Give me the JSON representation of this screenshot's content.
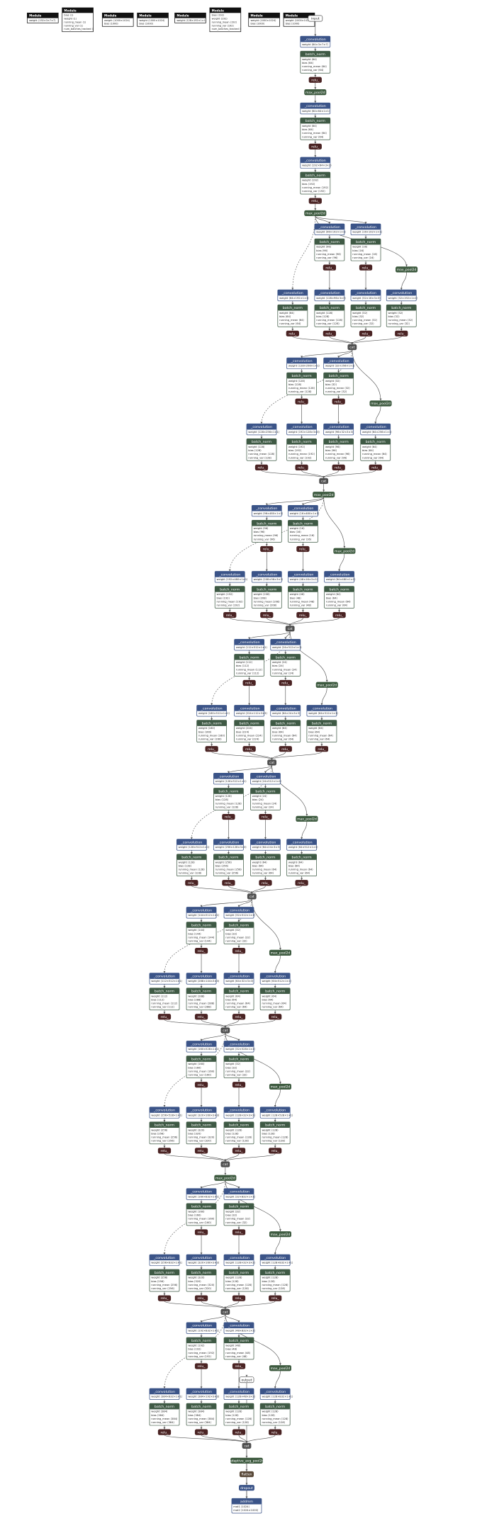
{
  "legend": [
    {
      "header": "Module",
      "lines": [
        "weight ⟨192×3×7×7⟩"
      ]
    },
    {
      "header": "Module",
      "lines": [
        "bias ⟨1⟩",
        "weight ⟨1⟩",
        "running_mean ⟨1⟩",
        "running_var ⟨1⟩",
        "num_batches_tracked ⟨⟩"
      ]
    },
    {
      "header": "Module",
      "lines": [
        "weight ⟨1000×1024⟩",
        "bias ⟨1000⟩"
      ]
    },
    {
      "header": "Module",
      "lines": [
        "weight ⟨1000×1024⟩",
        "bias ⟨1000⟩"
      ]
    },
    {
      "header": "Module",
      "lines": [
        "weight ⟨128×192×1×1⟩"
      ]
    },
    {
      "header": "Module",
      "lines": [
        "bias ⟨192⟩",
        "weight ⟨192⟩",
        "running_mean ⟨192⟩",
        "running_var ⟨192⟩",
        "num_batches_tracked ⟨⟩"
      ]
    },
    {
      "header": "Module",
      "lines": [
        "weight ⟨1000×1024⟩",
        "bias ⟨1000⟩"
      ]
    },
    {
      "header": "Module",
      "lines": [
        "weight ⟨1000×1024⟩",
        "bias ⟨1000⟩"
      ]
    }
  ],
  "labels": {
    "input": "input",
    "output": "output",
    "conv": "_convolution",
    "bn": "batch_norm",
    "relu": "relu_",
    "pool": "max_pool2d",
    "cat": "cat",
    "avgpool": "adaptive_avg_pool2d",
    "flatten": "flatten",
    "dropout": "dropout",
    "linear": "addmm"
  },
  "stem": [
    {
      "conv": "weight ⟨64×3×7×7⟩",
      "bn": 64
    },
    {
      "conv": "weight ⟨64×64×1×1⟩",
      "bn": 64
    },
    {
      "conv": "weight ⟨192×64×3×3⟩",
      "bn": 192
    }
  ],
  "inception": [
    {
      "b1": "weight ⟨64×192×1×1⟩",
      "b2r": "weight ⟨96×192×1×1⟩",
      "b2": "weight ⟨128×96×3×3⟩",
      "b3r": "weight ⟨16×192×1×1⟩",
      "b3": "weight ⟨32×16×3×3⟩",
      "b4": "weight ⟨32×192×1×1⟩",
      "c": [
        64,
        96,
        128,
        16,
        32,
        32
      ],
      "pool_before": false
    },
    {
      "b1": "weight ⟨128×256×1×1⟩",
      "b2r": "weight ⟨128×256×1×1⟩",
      "b2": "weight ⟨192×128×3×3⟩",
      "b3r": "weight ⟨32×256×1×1⟩",
      "b3": "weight ⟨96×32×3×3⟩",
      "b4": "weight ⟨64×256×1×1⟩",
      "c": [
        128,
        128,
        192,
        32,
        96,
        64
      ],
      "pool_before": false
    },
    {
      "b1": "weight ⟨192×480×1×1⟩",
      "b2r": "weight ⟨96×480×1×1⟩",
      "b2": "weight ⟨208×96×3×3⟩",
      "b3r": "weight ⟨16×480×1×1⟩",
      "b3": "weight ⟨48×16×3×3⟩",
      "b4": "weight ⟨64×480×1×1⟩",
      "c": [
        192,
        96,
        208,
        16,
        48,
        64
      ],
      "pool_before": true
    },
    {
      "b1": "weight ⟨160×512×1×1⟩",
      "b2r": "weight ⟨112×512×1×1⟩",
      "b2": "weight ⟨224×112×3×3⟩",
      "b3r": "weight ⟨24×512×1×1⟩",
      "b3": "weight ⟨64×24×3×3⟩",
      "b4": "weight ⟨64×512×1×1⟩",
      "c": [
        160,
        112,
        224,
        24,
        64,
        64
      ],
      "pool_before": false
    },
    {
      "b1": "weight ⟨128×512×1×1⟩",
      "b2r": "weight ⟨128×512×1×1⟩",
      "b2": "weight ⟨256×128×3×3⟩",
      "b3r": "weight ⟨24×512×1×1⟩",
      "b3": "weight ⟨64×24×3×3⟩",
      "b4": "weight ⟨64×512×1×1⟩",
      "c": [
        128,
        128,
        256,
        24,
        64,
        64
      ],
      "pool_before": false
    },
    {
      "b1": "weight ⟨112×512×1×1⟩",
      "b2r": "weight ⟨144×512×1×1⟩",
      "b2": "weight ⟨288×144×3×3⟩",
      "b3r": "weight ⟨32×512×1×1⟩",
      "b3": "weight ⟨64×32×3×3⟩",
      "b4": "weight ⟨64×512×1×1⟩",
      "c": [
        112,
        144,
        288,
        32,
        64,
        64
      ],
      "pool_before": false
    },
    {
      "b1": "weight ⟨256×528×1×1⟩",
      "b2r": "weight ⟨160×528×1×1⟩",
      "b2": "weight ⟨320×160×3×3⟩",
      "b3r": "weight ⟨32×528×1×1⟩",
      "b3": "weight ⟨128×32×3×3⟩",
      "b4": "weight ⟨128×528×1×1⟩",
      "c": [
        256,
        160,
        320,
        32,
        128,
        128
      ],
      "pool_before": false
    },
    {
      "b1": "weight ⟨256×832×1×1⟩",
      "b2r": "weight ⟨160×832×1×1⟩",
      "b2": "weight ⟨320×160×3×3⟩",
      "b3r": "weight ⟨32×832×1×1⟩",
      "b3": "weight ⟨128×32×3×3⟩",
      "b4": "weight ⟨128×832×1×1⟩",
      "c": [
        256,
        160,
        320,
        32,
        128,
        128
      ],
      "pool_before": true
    },
    {
      "b1": "weight ⟨384×832×1×1⟩",
      "b2r": "weight ⟨192×832×1×1⟩",
      "b2": "weight ⟨384×192×3×3⟩",
      "b3r": "weight ⟨48×832×1×1⟩",
      "b3": "weight ⟨128×48×3×3⟩",
      "b4": "weight ⟨128×832×1×1⟩",
      "c": [
        384,
        192,
        384,
        48,
        128,
        128
      ],
      "pool_before": false
    }
  ],
  "fc": {
    "lines": [
      "mat1 ⟨1024⟩",
      "mat2 ⟨1024×1000⟩"
    ]
  },
  "colors": {
    "conv": "#3b5488",
    "bn": "#3f5a45",
    "relu": "#4a2323",
    "pool": "#3d5a3f",
    "cat": "#4f4f4f",
    "legend": "#111111",
    "edge": "#555555"
  }
}
